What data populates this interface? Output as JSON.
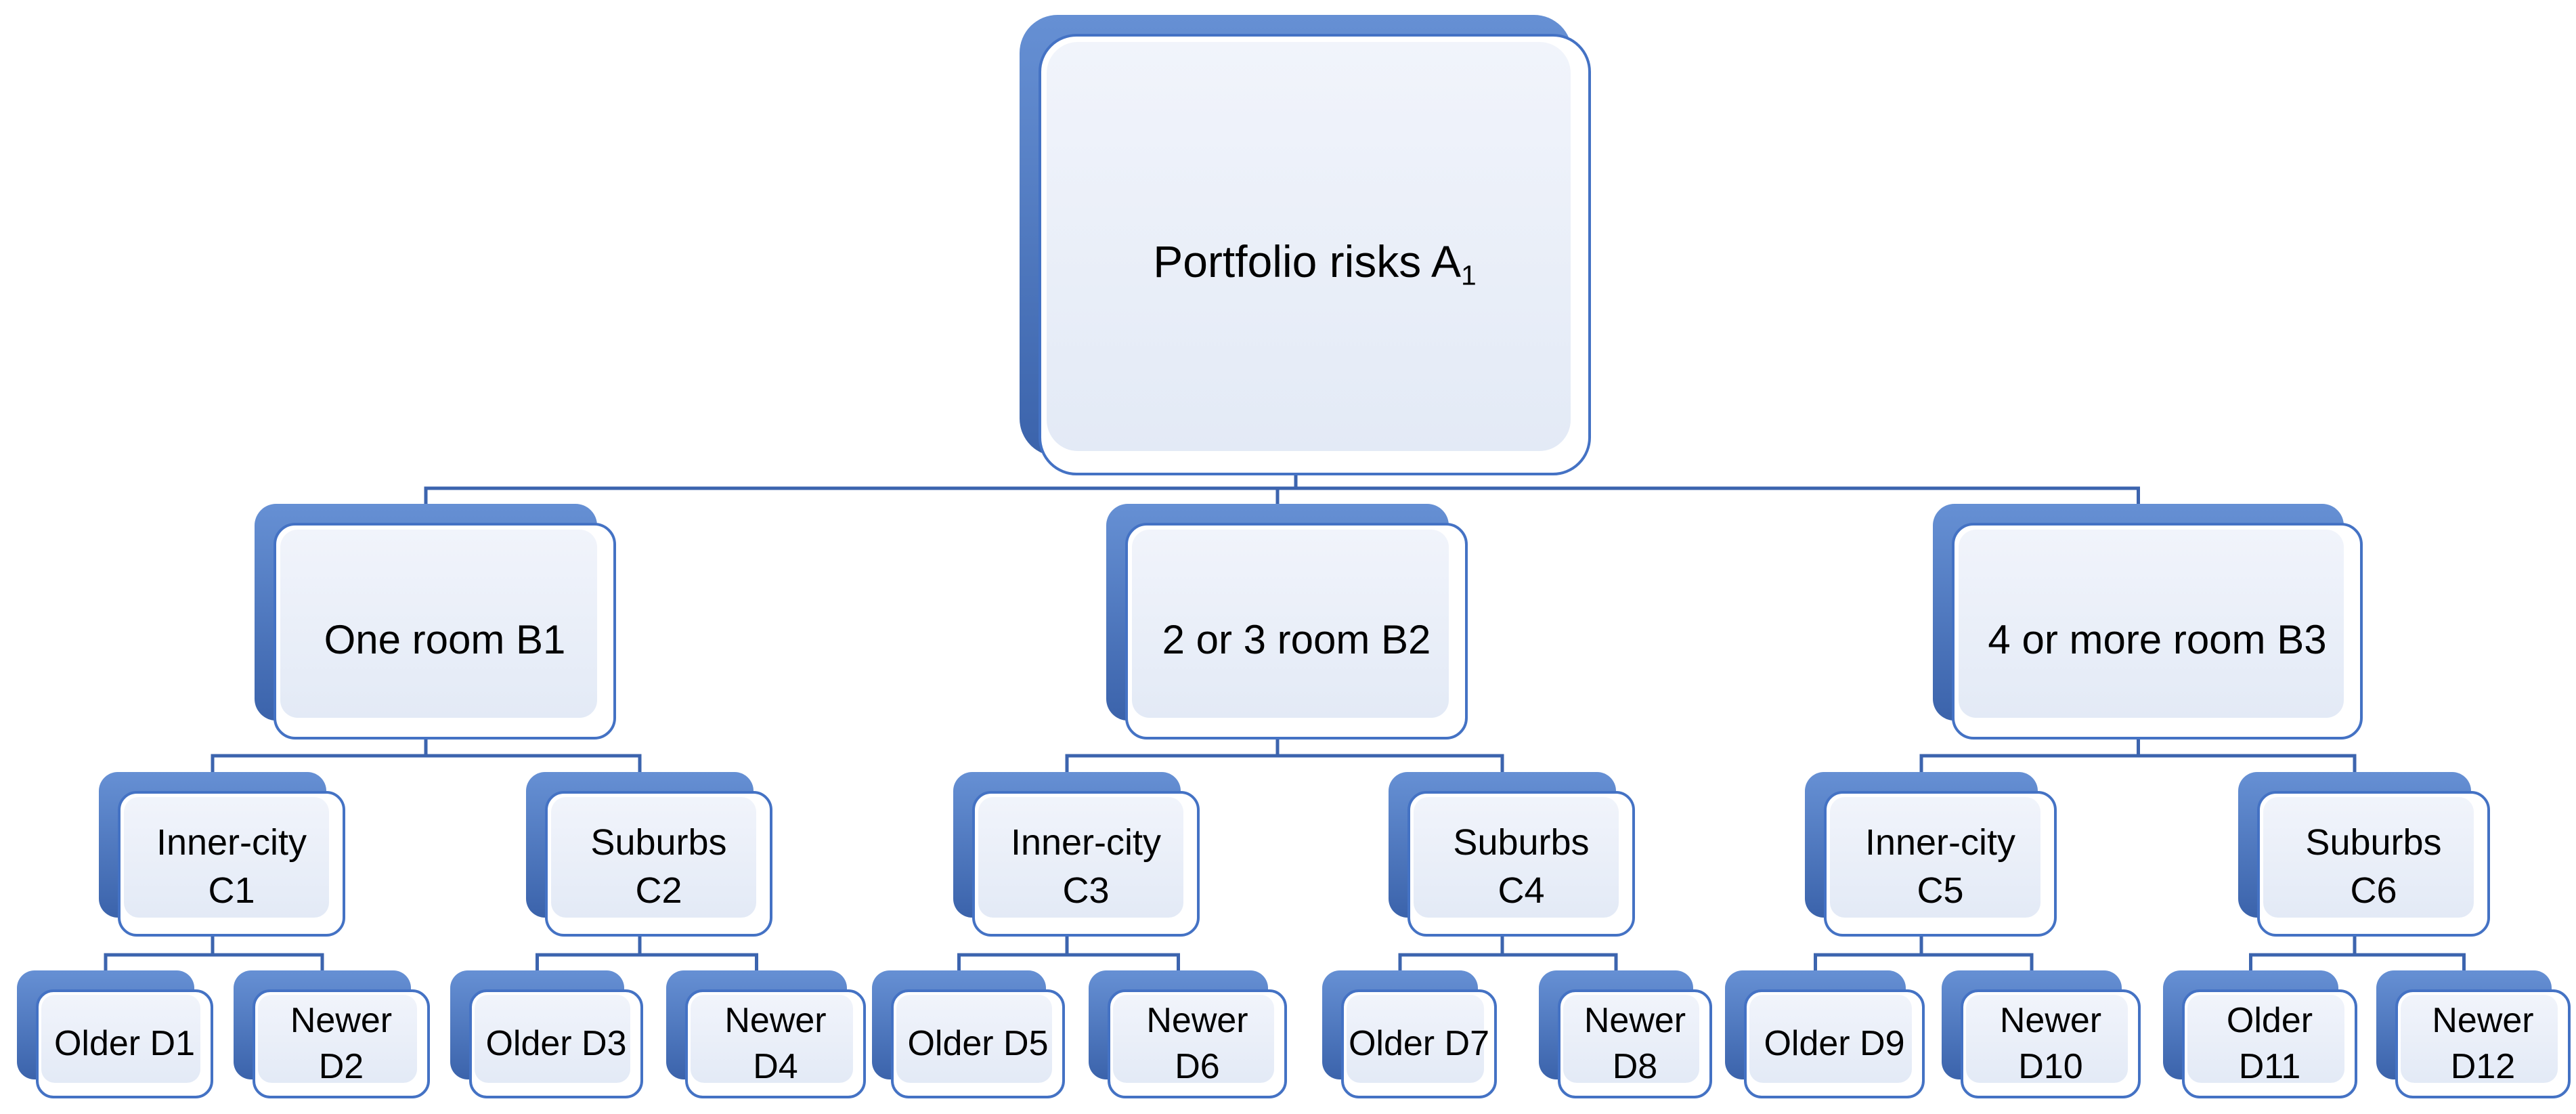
{
  "diagram": {
    "type": "hierarchy",
    "root_id": "a1",
    "nodes": [
      {
        "id": "a1",
        "label": "Portfolio risks A",
        "subscript": "1",
        "children": [
          "b1",
          "b2",
          "b3"
        ]
      },
      {
        "id": "b1",
        "label": "One room B1",
        "children": [
          "c1",
          "c2"
        ]
      },
      {
        "id": "b2",
        "label": "2 or 3 room B2",
        "children": [
          "c3",
          "c4"
        ]
      },
      {
        "id": "b3",
        "label": "4 or more room B3",
        "children": [
          "c5",
          "c6"
        ]
      },
      {
        "id": "c1",
        "label": "Inner-city\nC1",
        "children": [
          "d1",
          "d2"
        ]
      },
      {
        "id": "c2",
        "label": "Suburbs\nC2",
        "children": [
          "d3",
          "d4"
        ]
      },
      {
        "id": "c3",
        "label": "Inner-city\nC3",
        "children": [
          "d5",
          "d6"
        ]
      },
      {
        "id": "c4",
        "label": "Suburbs\nC4",
        "children": [
          "d7",
          "d8"
        ]
      },
      {
        "id": "c5",
        "label": "Inner-city\nC5",
        "children": [
          "d9",
          "d10"
        ]
      },
      {
        "id": "c6",
        "label": "Suburbs\nC6",
        "children": [
          "d11",
          "d12"
        ]
      },
      {
        "id": "d1",
        "label": "Older D1",
        "children": []
      },
      {
        "id": "d2",
        "label": "Newer\nD2",
        "children": []
      },
      {
        "id": "d3",
        "label": "Older D3",
        "children": []
      },
      {
        "id": "d4",
        "label": "Newer\nD4",
        "children": []
      },
      {
        "id": "d5",
        "label": "Older D5",
        "children": []
      },
      {
        "id": "d6",
        "label": "Newer\nD6",
        "children": []
      },
      {
        "id": "d7",
        "label": "Older D7",
        "children": []
      },
      {
        "id": "d8",
        "label": "Newer\nD8",
        "children": []
      },
      {
        "id": "d9",
        "label": "Older D9",
        "children": []
      },
      {
        "id": "d10",
        "label": "Newer\nD10",
        "children": []
      },
      {
        "id": "d11",
        "label": "Older\nD11",
        "children": []
      },
      {
        "id": "d12",
        "label": "Newer\nD12",
        "children": []
      }
    ]
  },
  "colors": {
    "background": "#ffffff",
    "box_border": "#4472c4",
    "connector": "#3c64ae",
    "shadow_top": "#6690d4",
    "shadow_bottom": "#3b63ab",
    "fill_top": "#f1f4fb",
    "fill_bottom": "#e3eaf6",
    "text": "#000000"
  }
}
